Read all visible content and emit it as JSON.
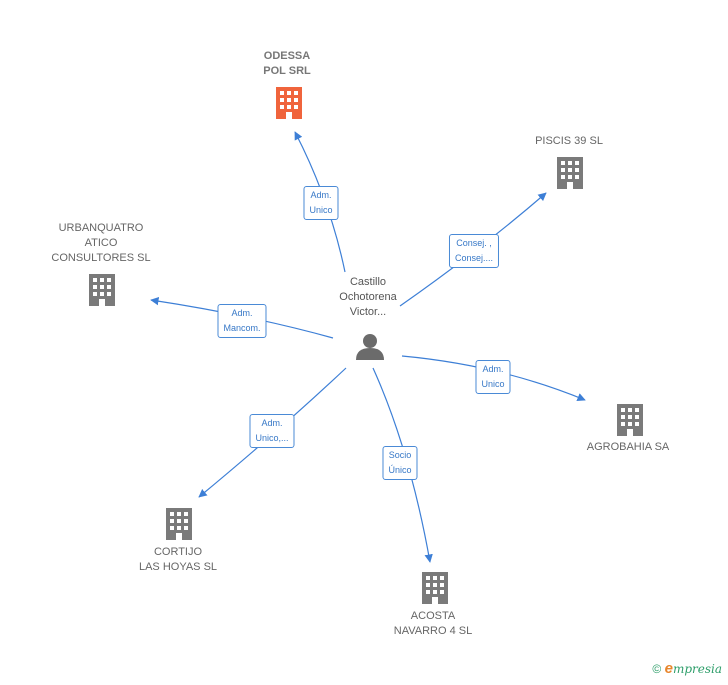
{
  "center": {
    "lines": [
      "Castillo",
      "Ochotorena",
      "Victor..."
    ]
  },
  "companies": {
    "odessa": {
      "lines": [
        "ODESSA",
        "POL SRL"
      ],
      "color": "#f0643c"
    },
    "piscis": {
      "lines": [
        "PISCIS 39  SL"
      ],
      "color": "#7a7a7a"
    },
    "urbanquatro": {
      "lines": [
        "URBANQUATRO",
        "ATICO",
        "CONSULTORES SL"
      ],
      "color": "#7a7a7a"
    },
    "agrobahia": {
      "lines": [
        "AGROBAHIA SA"
      ],
      "color": "#7a7a7a"
    },
    "cortijo": {
      "lines": [
        "CORTIJO",
        "LAS HOYAS  SL"
      ],
      "color": "#7a7a7a"
    },
    "acosta": {
      "lines": [
        "ACOSTA",
        "NAVARRO 4  SL"
      ],
      "color": "#7a7a7a"
    }
  },
  "edges": {
    "odessa": [
      "Adm.",
      "Unico"
    ],
    "piscis": [
      "Consej. ,",
      "Consej...."
    ],
    "urbanquatro": [
      "Adm.",
      "Mancom."
    ],
    "agrobahia": [
      "Adm.",
      "Unico"
    ],
    "cortijo": [
      "Adm.",
      "Unico,..."
    ],
    "acosta": [
      "Socio",
      "Único"
    ]
  },
  "colors": {
    "edge": "#3d7fd6",
    "person": "#6b6b6b"
  },
  "footer": {
    "copyright": "©",
    "brand_initial": "e",
    "brand_rest": "mpresia"
  }
}
